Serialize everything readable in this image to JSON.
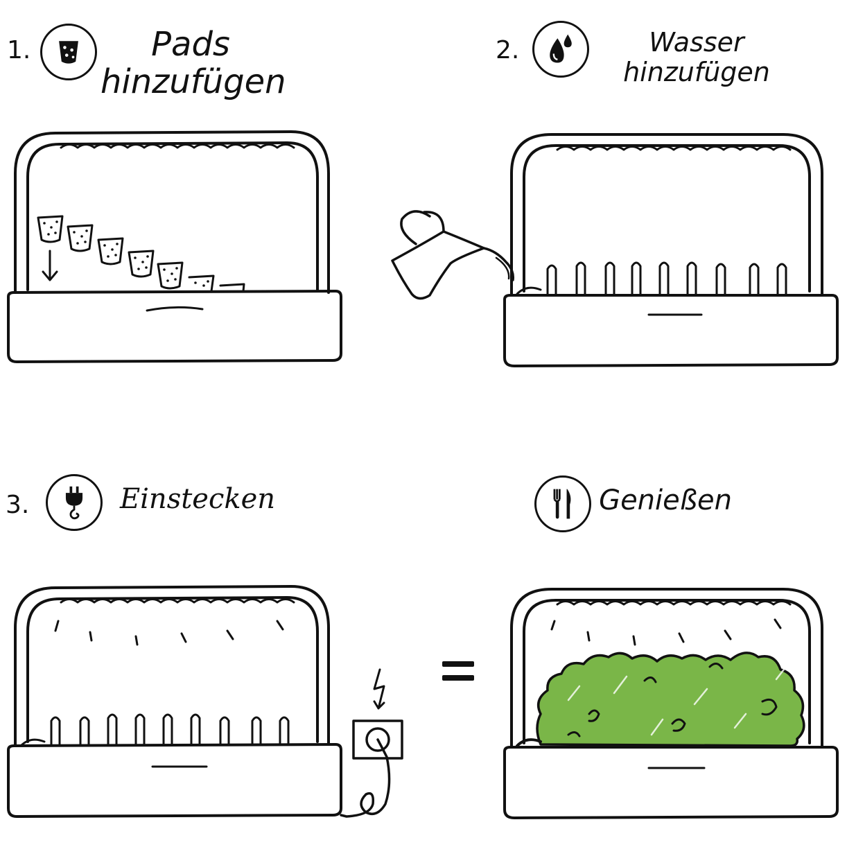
{
  "steps": [
    {
      "number": "1.",
      "title_line1": "Pads",
      "title_line2": "hinzufügen",
      "icon": "pad-cup-icon"
    },
    {
      "number": "2.",
      "title_line1": "Wasser",
      "title_line2": "hinzufügen",
      "icon": "water-drops-icon"
    },
    {
      "number": "3.",
      "title_line1": "Einstecken",
      "icon": "plug-icon"
    },
    {
      "number": "",
      "title_line1": "Genießen",
      "icon": "fork-knife-icon"
    }
  ],
  "colors": {
    "ink": "#111111",
    "plants": "#7ab648",
    "background": "#ffffff"
  },
  "icons": [
    "pad-cup-icon",
    "water-drops-icon",
    "plug-icon",
    "fork-knife-icon",
    "watering-can-icon",
    "power-socket-icon",
    "lightning-icon",
    "equals-sign"
  ]
}
